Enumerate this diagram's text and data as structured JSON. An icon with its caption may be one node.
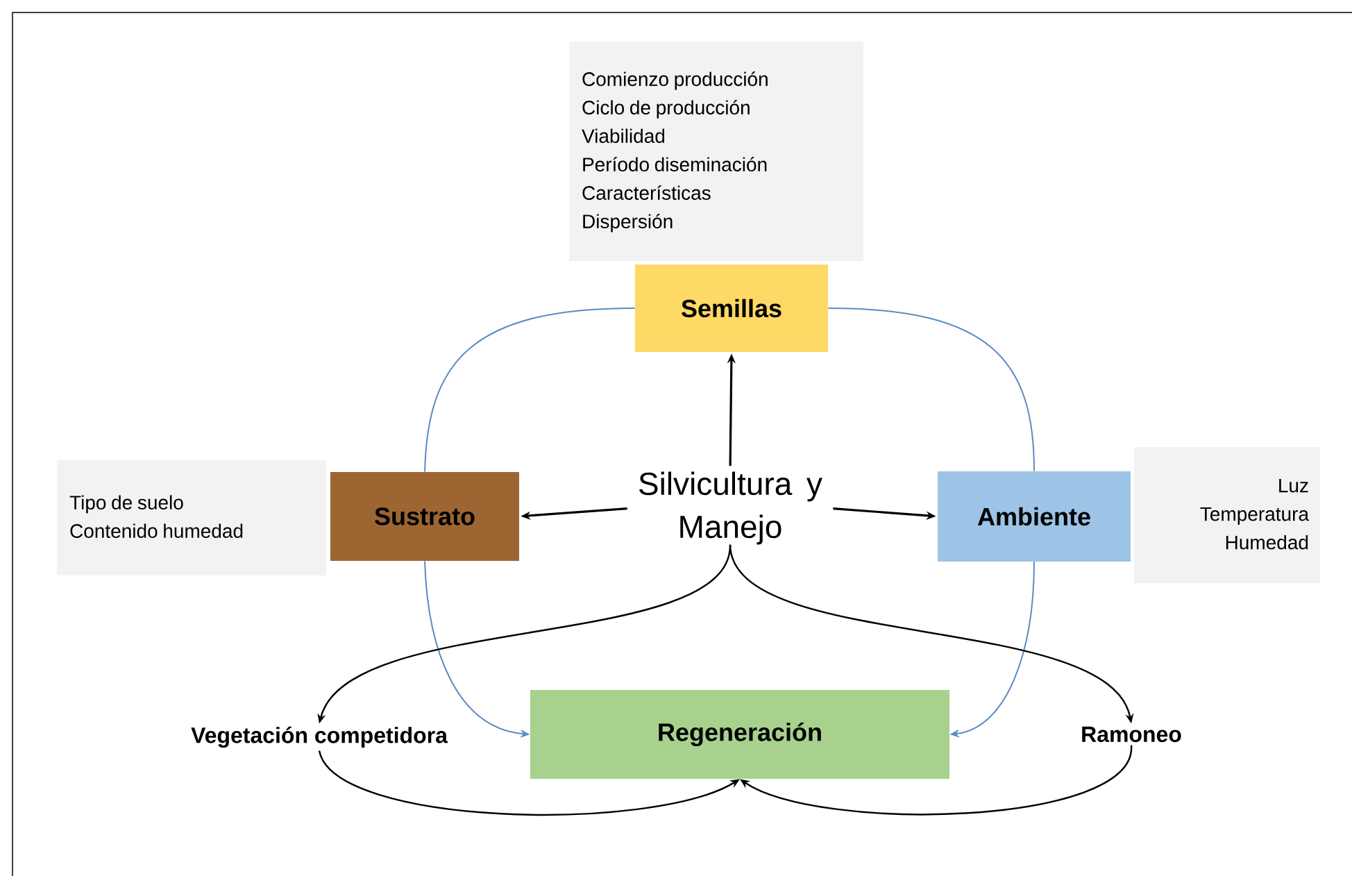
{
  "diagram": {
    "nodes": [
      {
        "text": [
          "Comienzo producción",
          "Ciclo de producción",
          "Viabilidad",
          "Período diseminación",
          "Características",
          "Dispersión"
        ]
      },
      {
        "text": [
          "Semillas"
        ]
      },
      {
        "text": [
          "Tipo de suelo",
          "Contenido humedad"
        ]
      },
      {
        "text": [
          "Sustrato"
        ]
      },
      {
        "text": [
          "Silvicultura y Manejo"
        ]
      },
      {
        "text": [
          "Ambiente"
        ]
      },
      {
        "text": [
          "Luz",
          "Temperatura",
          "Humedad"
        ]
      },
      {
        "text": [
          "Vegetación competidora"
        ]
      },
      {
        "text": [
          "Regeneración"
        ]
      },
      {
        "text": [
          "Ramoneo"
        ]
      }
    ],
    "edges": [
      {
        "from": 4,
        "to": 1,
        "arrow": "to"
      },
      {
        "from": 4,
        "to": 3,
        "arrow": "to"
      },
      {
        "from": 4,
        "to": 5,
        "arrow": "to"
      },
      {
        "from": 1,
        "to": 3,
        "arrow": "none",
        "color": "#5b8bc4"
      },
      {
        "from": 3,
        "to": 8,
        "arrow": "to",
        "color": "#5b8bc4"
      },
      {
        "from": 1,
        "to": 5,
        "arrow": "none",
        "color": "#5b8bc4"
      },
      {
        "from": 5,
        "to": 8,
        "arrow": "to",
        "color": "#5b8bc4"
      },
      {
        "from": 4,
        "to": 7,
        "arrow": "to"
      },
      {
        "from": 4,
        "to": 9,
        "arrow": "to"
      },
      {
        "from": 7,
        "to": 8,
        "arrow": "to"
      },
      {
        "from": 9,
        "to": 8,
        "arrow": "to"
      }
    ]
  }
}
